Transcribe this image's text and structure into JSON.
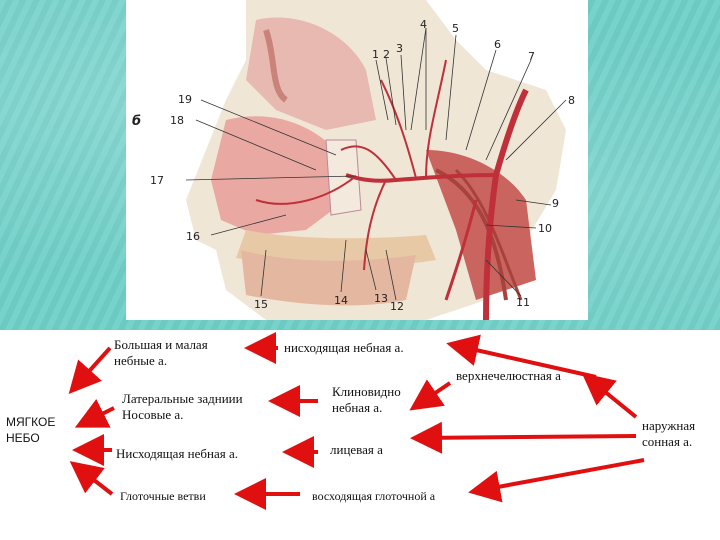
{
  "illustration": {
    "figure_letter": "б",
    "numbers": [
      "1",
      "2",
      "3",
      "4",
      "5",
      "6",
      "7",
      "8",
      "9",
      "10",
      "11",
      "12",
      "13",
      "14",
      "15",
      "16",
      "17",
      "18",
      "19"
    ]
  },
  "nodes": {
    "soft_palate": "МЯГКОЕ\nНЕБО",
    "greater_lesser_palatine": "Большая и малая\nнебные а.",
    "descending_palatine_top": "нисходящая небная а.",
    "maxillary": "верхнечелюстная а",
    "lateral_posterior_nasal": "Латеральные задниии\nНосовые а.",
    "sphenopalatine": "Клиновидно\nнебная а.",
    "external_carotid": "наружная\nсонная а.",
    "descending_palatine_mid": "Нисходящая небная а.",
    "facial": "лицевая а",
    "pharyngeal_branches": "Глоточные ветви",
    "ascending_pharyngeal": "восходящая глоточной а"
  },
  "colors": {
    "arrow": "#e01010",
    "band": "#6fd0c8"
  }
}
